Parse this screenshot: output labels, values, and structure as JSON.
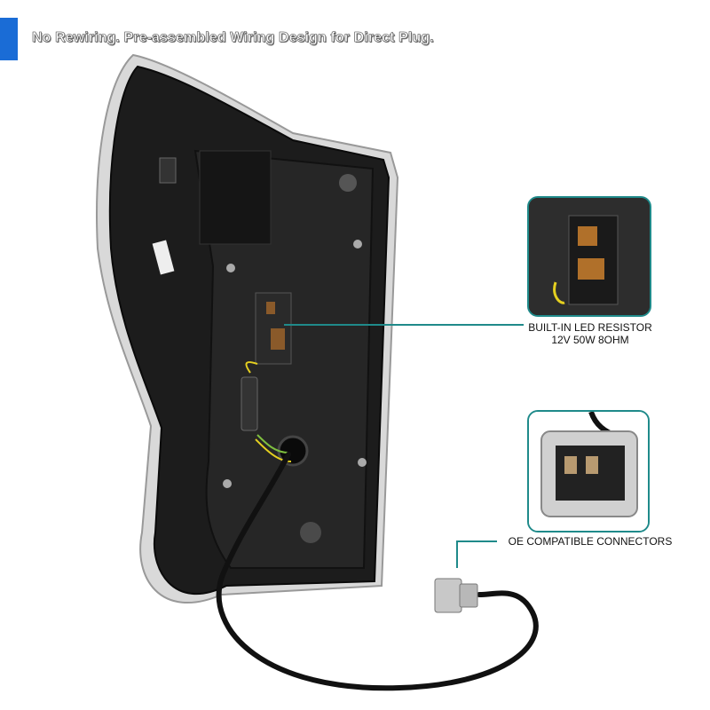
{
  "headline": "No Rewiring. Pre-assembled Wiring Design for Direct Plug.",
  "callouts": {
    "resistor": {
      "line1": "BUILT-IN LED RESISTOR",
      "line2": "12V 50W 8OHM"
    },
    "connectors": {
      "line1": "OE COMPATIBLE CONNECTORS"
    }
  },
  "colors": {
    "accent": "#1a6cd6",
    "callout_border": "#1f8a8a"
  }
}
